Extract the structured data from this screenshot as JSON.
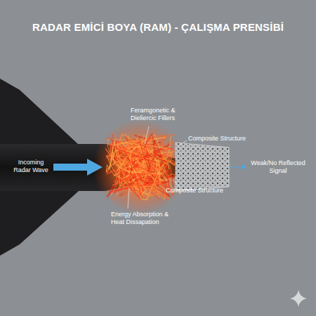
{
  "diagram": {
    "title": "RADAR EMİCİ BOYA (RAM) - ÇALIŞMA PRENSİBİ",
    "labels": [
      "Feramgonetic & Dieliercic Fillers",
      "Composite Structure",
      "Incoming Radar Wave",
      "Weak/No Reflected Signal",
      "Composite Structure",
      "Energy Absorption & Heat Dissapation"
    ]
  }
}
